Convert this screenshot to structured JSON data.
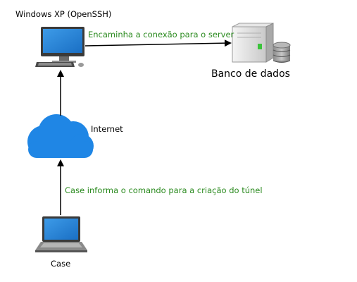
{
  "nodes": {
    "windows_pc": {
      "label": "Windows XP (OpenSSH)",
      "icon": "desktop-computer-icon"
    },
    "database": {
      "label": "Banco de dados",
      "icon": "server-database-icon"
    },
    "internet": {
      "label": "Internet",
      "icon": "cloud-icon"
    },
    "client": {
      "label": "Case",
      "icon": "laptop-icon"
    }
  },
  "edges": {
    "pc_to_server": {
      "label": "Encaminha a conexão para o server",
      "color": "#2a8a1e"
    },
    "client_to_internet": {
      "label": "Case informa o comando para a criação do túnel",
      "color": "#2a8a1e"
    },
    "internet_to_pc": {
      "label": ""
    }
  },
  "colors": {
    "cloud": "#1f86e5",
    "laptop_screen": "#2f8fe0",
    "arrow": "#000000"
  }
}
